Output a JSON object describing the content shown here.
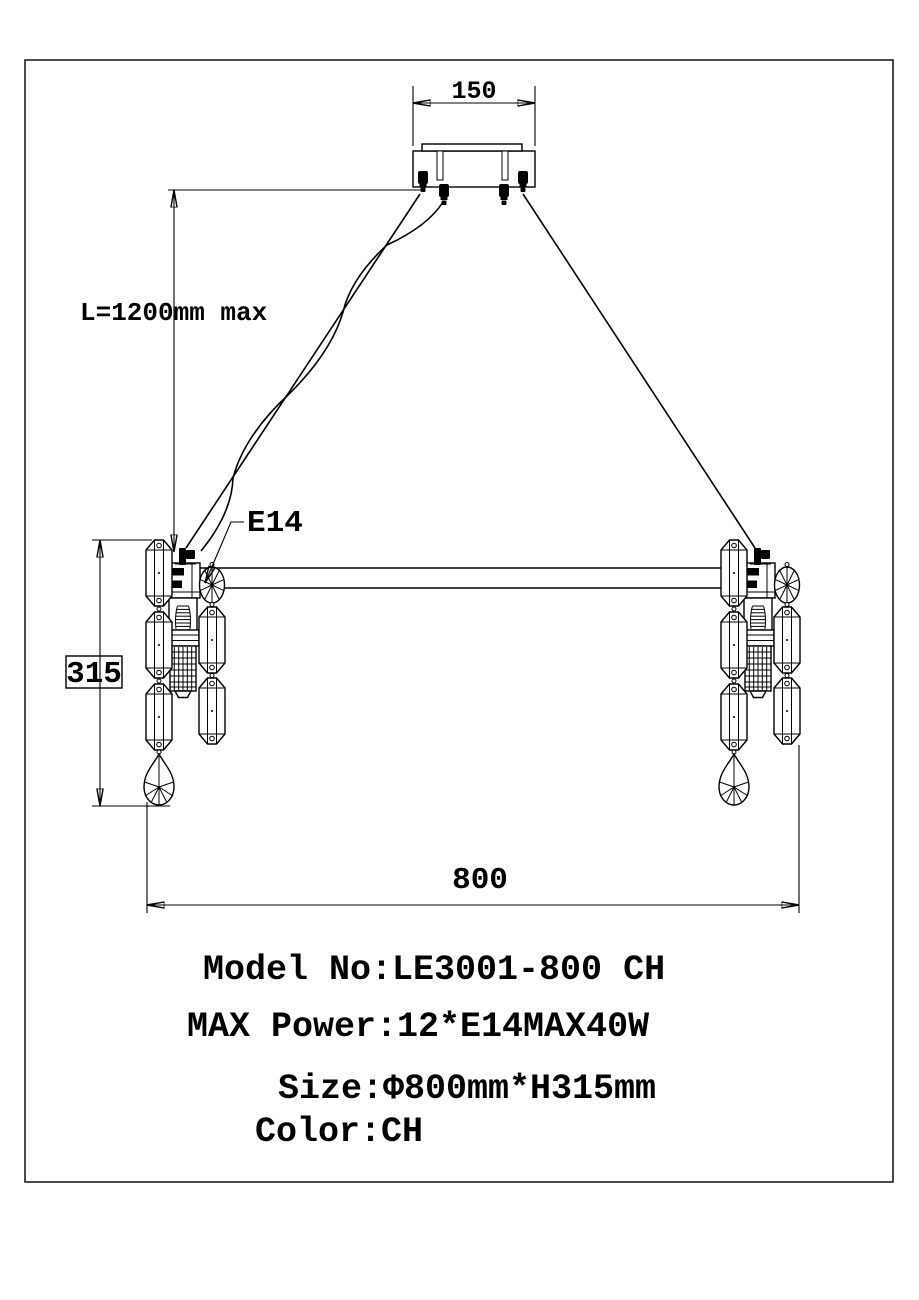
{
  "diagram": {
    "labels": {
      "canopy_width": "150",
      "suspension_length": "L=1200mm max",
      "socket_type": "E14",
      "body_height": "315",
      "body_diameter": "800"
    }
  },
  "specs": {
    "lines": [
      "Model No:LE3001-800 CH",
      "MAX Power:12*E14MAX40W",
      "Size:Φ800mm*H315mm",
      "Color:CH"
    ]
  },
  "colors": {
    "line": "#000000",
    "frame": "#54555a",
    "background": "#ffffff"
  }
}
